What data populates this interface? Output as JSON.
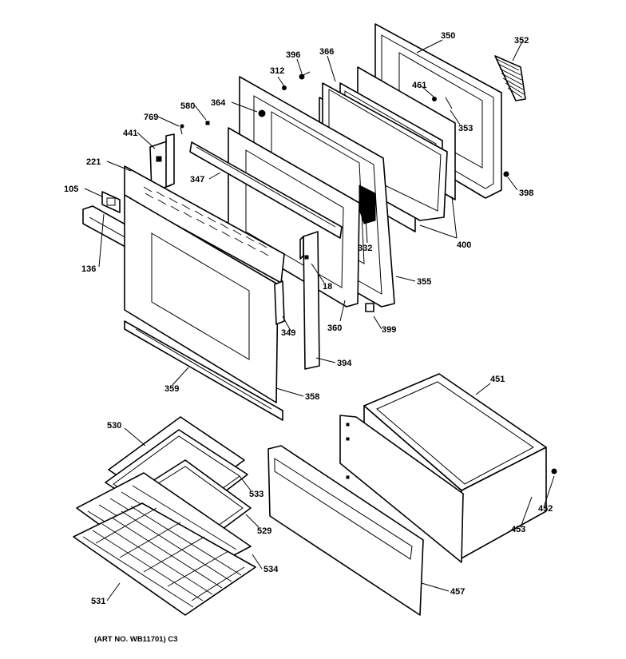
{
  "diagram": {
    "art_number": "(ART NO. WB11701) C3",
    "callouts": {
      "c350": "350",
      "c352": "352",
      "c396": "396",
      "c366": "366",
      "c312": "312",
      "c461": "461",
      "c364": "364",
      "c580": "580",
      "c769": "769",
      "c353": "353",
      "c441": "441",
      "c347": "347",
      "c221": "221",
      "c398": "398",
      "c105": "105",
      "c400": "400",
      "c332": "332",
      "c136": "136",
      "c18": "18",
      "c355": "355",
      "c349": "349",
      "c360": "360",
      "c399": "399",
      "c394": "394",
      "c451": "451",
      "c359": "359",
      "c358": "358",
      "c530": "530",
      "c533": "533",
      "c452": "452",
      "c529": "529",
      "c453": "453",
      "c534": "534",
      "c457": "457",
      "c531": "531"
    }
  }
}
